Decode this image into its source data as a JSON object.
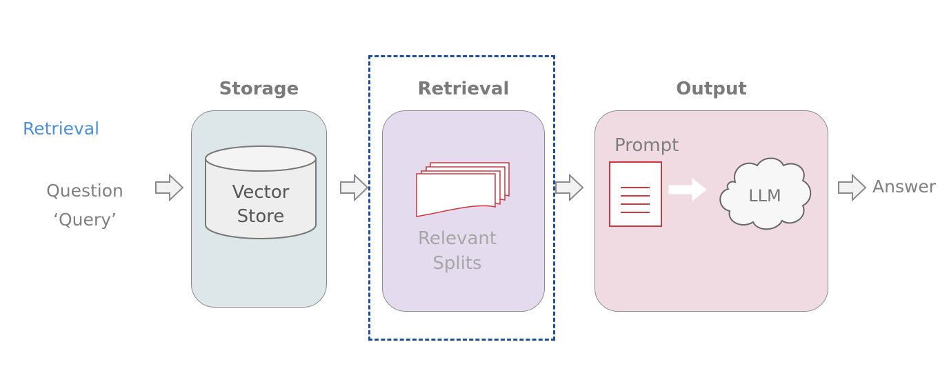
{
  "diagram": {
    "side_label": "Retrieval",
    "input": {
      "line1": "Question",
      "line2": "‘Query’"
    },
    "sections": {
      "storage": {
        "title": "Storage",
        "item_line1": "Vector",
        "item_line2": "Store"
      },
      "retrieval": {
        "title": "Retrieval",
        "item_line1": "Relevant",
        "item_line2": "Splits"
      },
      "output": {
        "title": "Output",
        "prompt_label": "Prompt",
        "llm_label": "LLM"
      }
    },
    "output_label": "Answer"
  },
  "colors": {
    "storage_panel": "#dde6e9",
    "retrieval_panel": "#e5dbee",
    "output_panel": "#f0dbe3",
    "focus_border": "#1f4e9e",
    "document_red": "#d6333a",
    "side_label_blue": "#4a8fe0"
  }
}
